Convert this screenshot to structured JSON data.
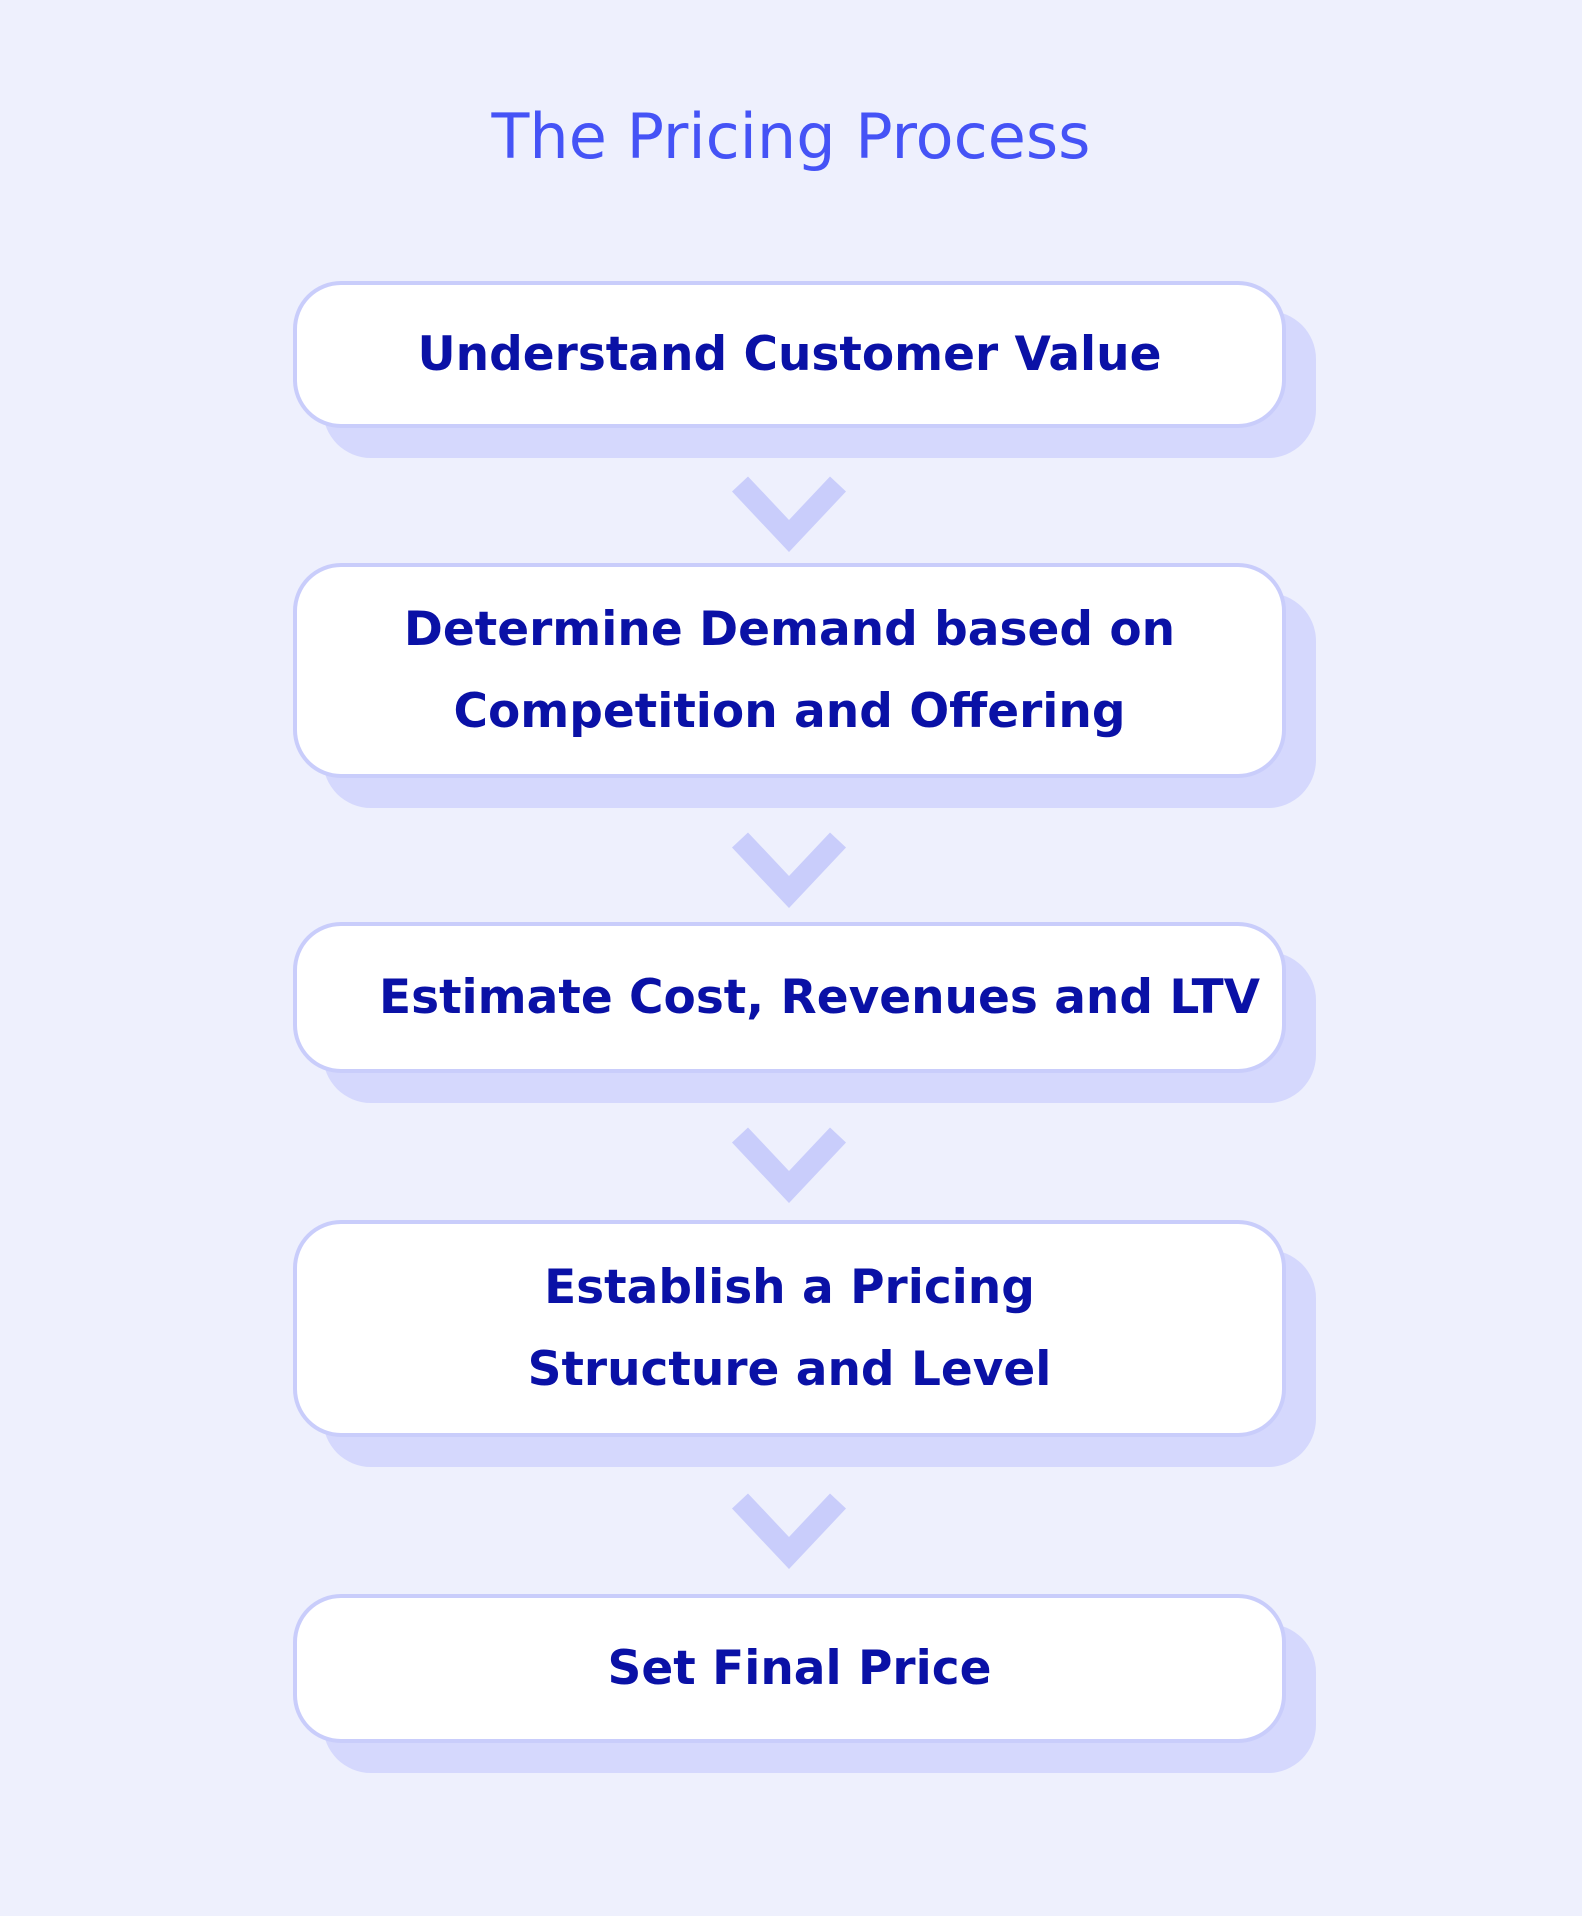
{
  "title": "The Pricing Process",
  "colors": {
    "background": "#EEF0FD",
    "title": "#4553F6",
    "step_text": "#0A11A6",
    "card_fill": "#FFFFFF",
    "card_border": "#C9CDFB",
    "card_shadow": "#D5D8FD",
    "arrow": "#C9CDFB"
  },
  "steps": [
    {
      "label": "Understand Customer Value"
    },
    {
      "label": "Determine Demand based on\nCompetition and Offering"
    },
    {
      "label": "Estimate Cost, Revenues and LTV"
    },
    {
      "label": "Establish a Pricing\nStructure and Level"
    },
    {
      "label": "Set Final Price"
    }
  ],
  "connectors": [
    {
      "icon": "chevron-down-icon"
    },
    {
      "icon": "chevron-down-icon"
    },
    {
      "icon": "chevron-down-icon"
    },
    {
      "icon": "chevron-down-icon"
    }
  ]
}
